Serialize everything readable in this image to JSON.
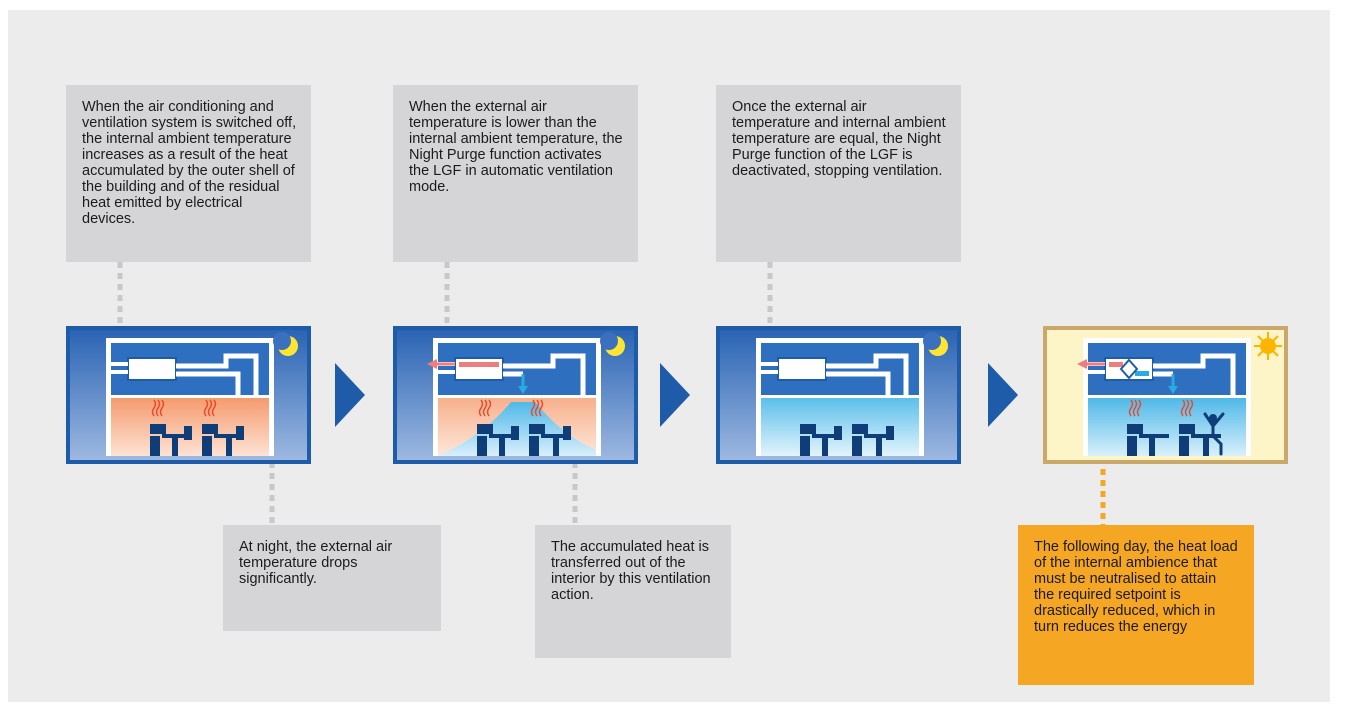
{
  "steps": [
    {
      "top_text": "When the air conditioning and ventilation system is switched off, the internal ambient temperature increases as a result of the heat accumulated by the outer shell of the building and of the residual heat emitted by electrical devices.",
      "bottom_text": "At night, the external air temperature drops significantly.",
      "scene": "night-heat-accumulated"
    },
    {
      "top_text": "When the external air temperature is lower than the internal ambient temperature, the Night Purge function activates the LGF in automatic ventilation mode.",
      "bottom_text": "The accumulated heat is transferred out of the interior by this ventilation action.",
      "scene": "night-purge-active"
    },
    {
      "top_text": "Once the external air temperature and internal ambient temperature are equal, the Night Purge function of the LGF is deactivated, stopping ventilation.",
      "scene": "night-purge-off"
    },
    {
      "bottom_text": "The following day, the heat load of the internal ambience that must be neutralised to attain the required setpoint is drastically reduced, which in turn reduces the energy",
      "scene": "day-reduced-load"
    }
  ],
  "colors": {
    "panel_blue": "#1e5ba8",
    "sky_night_top": "#2a64b4",
    "sky_night_bottom": "#9db8e0",
    "warm_interior": "#f6b48f",
    "cool_interior": "#8fd0f0",
    "day_background": "#fdf5c8",
    "day_frame": "#c9a86a",
    "highlight_orange": "#f5a623",
    "dotted_grey": "#c8c8c8",
    "exhaust_arrow": "#ef7d7d",
    "supply_arrow": "#29abe2",
    "moon": "#ffe533",
    "sun": "#ffb400"
  },
  "icons": {
    "night": "crescent-moon-icon",
    "day": "sun-icon",
    "heat": "heat-waves-icon",
    "desk": "office-desk-icon",
    "unit": "ventilation-unit-icon",
    "arrow": "step-arrow-icon"
  }
}
